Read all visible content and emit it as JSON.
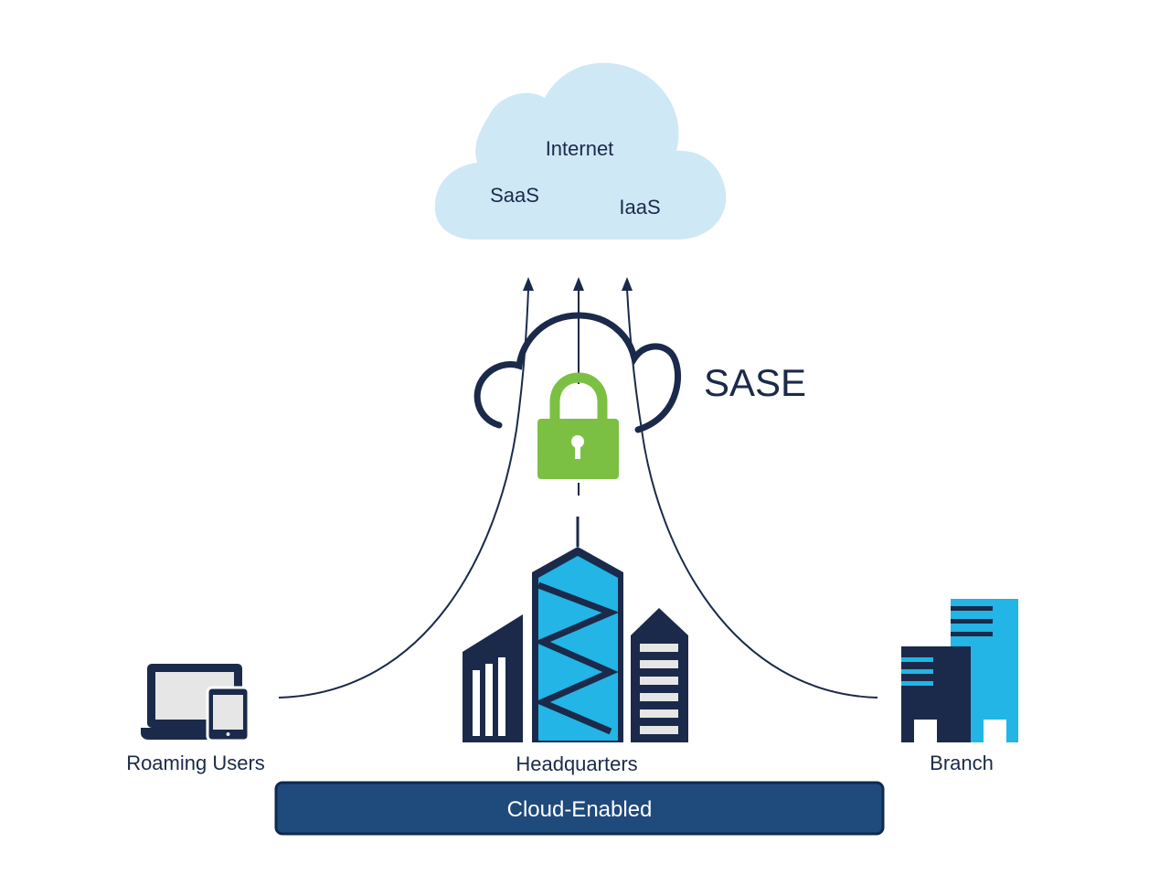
{
  "cloud": {
    "labels": {
      "internet": "Internet",
      "saas": "SaaS",
      "iaas": "IaaS"
    }
  },
  "sase": {
    "label": "SASE"
  },
  "nodes": {
    "roaming_users": "Roaming Users",
    "headquarters": "Headquarters",
    "branch": "Branch"
  },
  "footer": {
    "label": "Cloud-Enabled"
  },
  "colors": {
    "navy": "#1b2a4a",
    "cyan": "#22b5e6",
    "cloud_fill": "#cfe8f5",
    "lock_green": "#7cc043",
    "bar": "#1f4a7c",
    "device_screen": "#e6e6e6"
  },
  "icons": {
    "cloud": "cloud-icon",
    "sase_cloud": "cloud-outline-icon",
    "lock": "lock-icon",
    "laptop": "laptop-icon",
    "tablet": "tablet-icon",
    "headquarters": "office-buildings-icon",
    "branch": "branch-buildings-icon"
  }
}
